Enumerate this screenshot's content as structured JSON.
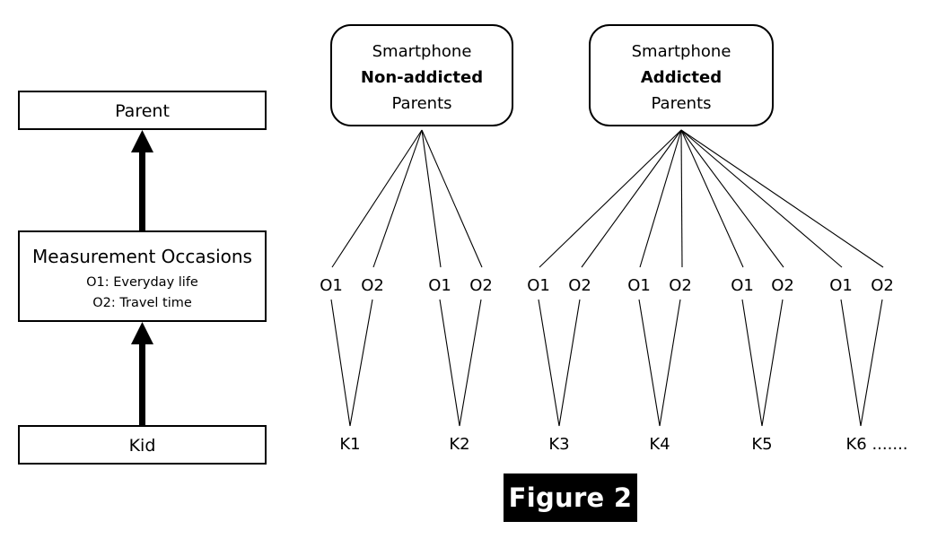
{
  "figure": {
    "caption": "Figure 2",
    "caption_bg": "#000000",
    "caption_fg": "#ffffff"
  },
  "legend_panel": {
    "name": "multilevel-structure-legend",
    "boxes": [
      {
        "id": "parent-box",
        "title": "Parent",
        "subtitles": []
      },
      {
        "id": "measurement-occasions-box",
        "title": "Measurement Occasions",
        "subtitles": [
          "O1: Everyday life",
          "O2: Travel time"
        ]
      },
      {
        "id": "kid-box",
        "title": "Kid",
        "subtitles": []
      }
    ],
    "arrows": [
      {
        "from": "measurement-occasions-box",
        "to": "parent-box"
      },
      {
        "from": "kid-box",
        "to": "measurement-occasions-box"
      }
    ]
  },
  "tree_panel": {
    "name": "parent-group-tree",
    "groups": [
      {
        "id": "non-addicted-group",
        "line1": "Smartphone",
        "line2": "Non-addicted",
        "line3": "Parents",
        "bold_line": "line2",
        "kids": [
          "K1",
          "K2"
        ]
      },
      {
        "id": "addicted-group",
        "line1": "Smartphone",
        "line2": "Addicted",
        "line3": "Parents",
        "bold_line": "line2",
        "kids": [
          "K3",
          "K4",
          "K5",
          "K6 ......."
        ]
      }
    ],
    "occasion_labels": [
      "O1",
      "O2"
    ],
    "occasion_row": [
      "O1",
      "O2",
      "O1",
      "O2",
      "O1",
      "O2",
      "O1",
      "O2",
      "O1",
      "O2",
      "O1",
      "O2"
    ],
    "kid_row": [
      "K1",
      "K2",
      "K3",
      "K4",
      "K5",
      "K6 ......."
    ]
  },
  "colors": {
    "stroke": "#000000",
    "fill": "#ffffff",
    "text": "#000000"
  }
}
